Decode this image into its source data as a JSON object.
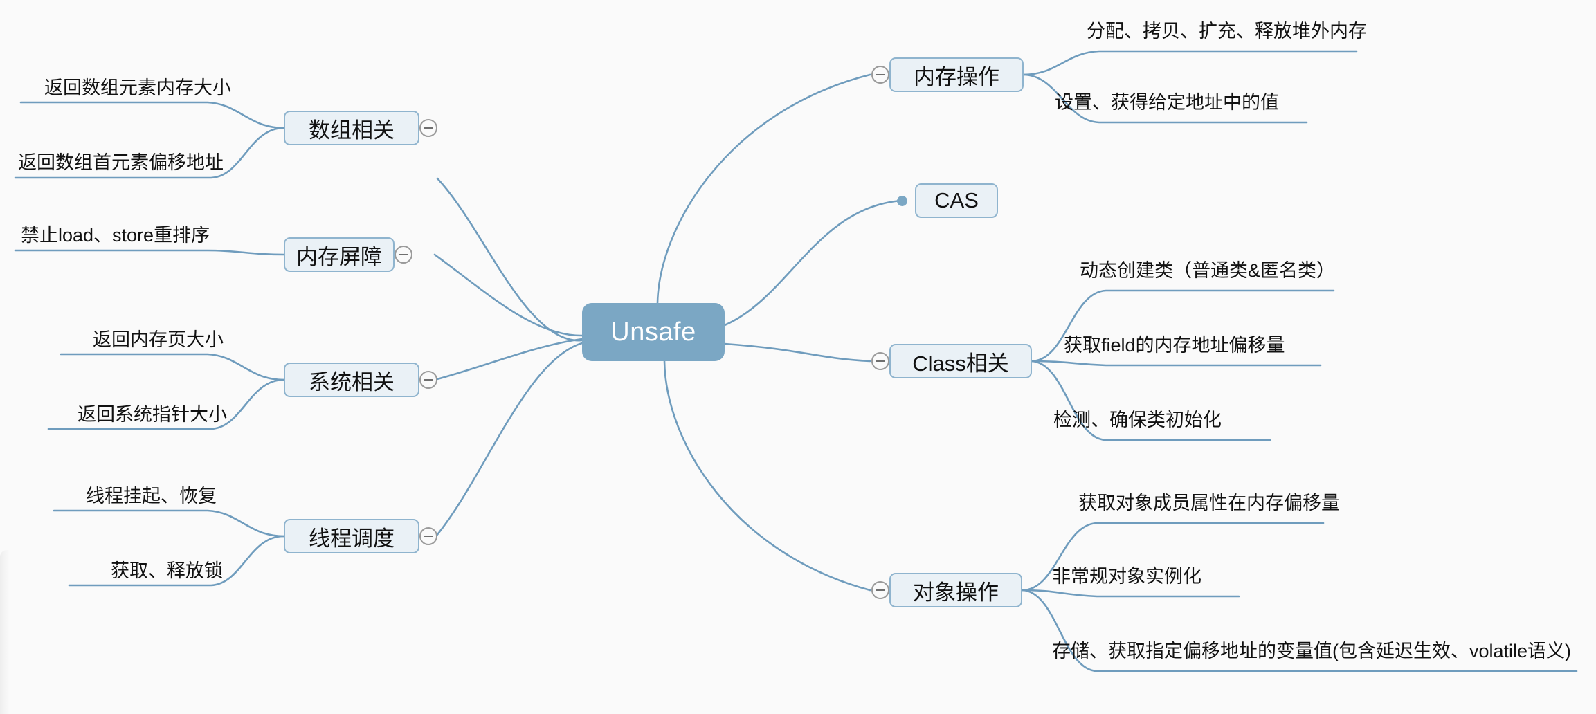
{
  "diagram": {
    "type": "mindmap",
    "title": "Unsafe",
    "background_color": "#fafafa",
    "root": {
      "label": "Unsafe",
      "fill_color": "#7ba7c4",
      "text_color": "#ffffff"
    },
    "style": {
      "branch_fill": "#eaf1f6",
      "branch_border": "#8fb4ce",
      "link_color": "#6f9cbd",
      "leaf_text_color": "#111111"
    },
    "left_branches": [
      {
        "label": "数组相关",
        "toggle": "collapse-minus-icon",
        "children": [
          {
            "label": "返回数组元素内存大小"
          },
          {
            "label": "返回数组首元素偏移地址"
          }
        ]
      },
      {
        "label": "内存屏障",
        "toggle": "collapse-minus-icon",
        "children": [
          {
            "label": "禁止load、store重排序"
          }
        ]
      },
      {
        "label": "系统相关",
        "toggle": "collapse-minus-icon",
        "children": [
          {
            "label": "返回内存页大小"
          },
          {
            "label": "返回系统指针大小"
          }
        ]
      },
      {
        "label": "线程调度",
        "toggle": "collapse-minus-icon",
        "children": [
          {
            "label": "线程挂起、恢复"
          },
          {
            "label": "获取、释放锁"
          }
        ]
      }
    ],
    "right_branches": [
      {
        "label": "内存操作",
        "toggle": "collapse-minus-icon",
        "children": [
          {
            "label": "分配、拷贝、扩充、释放堆外内存"
          },
          {
            "label": "设置、获得给定地址中的值"
          }
        ]
      },
      {
        "label": "CAS",
        "toggle": "leaf-dot-icon",
        "children": []
      },
      {
        "label": "Class相关",
        "toggle": "collapse-minus-icon",
        "children": [
          {
            "label": "动态创建类（普通类&匿名类）"
          },
          {
            "label": "获取field的内存地址偏移量"
          },
          {
            "label": "检测、确保类初始化"
          }
        ]
      },
      {
        "label": "对象操作",
        "toggle": "collapse-minus-icon",
        "children": [
          {
            "label": "获取对象成员属性在内存偏移量"
          },
          {
            "label": "非常规对象实例化"
          },
          {
            "label": "存储、获取指定偏移地址的变量值(包含延迟生效、volatile语义)"
          }
        ]
      }
    ]
  }
}
